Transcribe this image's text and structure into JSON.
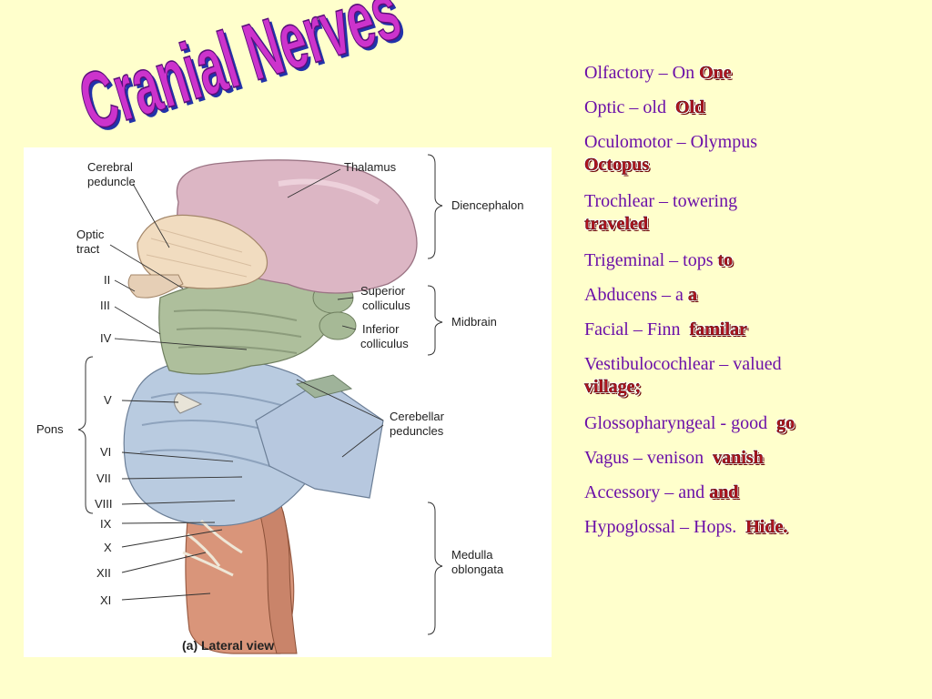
{
  "slide": {
    "title": "Cranial Nerves"
  },
  "figure": {
    "caption": "(a) Lateral view",
    "labels": {
      "cerebral_peduncle": "Cerebral peduncle",
      "thalamus": "Thalamus",
      "diencephalon": "Diencephalon",
      "optic_tract": "Optic tract",
      "ii": "II",
      "iii": "III",
      "iv": "IV",
      "superior_colliculus": "Superior colliculus",
      "midbrain": "Midbrain",
      "inferior_colliculus": "Inferior colliculus",
      "v": "V",
      "pons": "Pons",
      "cerebellar_peduncles": "Cerebellar peduncles",
      "vi": "VI",
      "vii": "VII",
      "viii": "VIII",
      "ix": "IX",
      "x": "X",
      "xii": "XII",
      "xi": "XI",
      "medulla_oblongata": "Medulla oblongata"
    }
  },
  "mnemonics": [
    {
      "nerve_text": "Olfactory – On",
      "word": "One"
    },
    {
      "nerve_text": "Optic – old",
      "word": "Old"
    },
    {
      "nerve_text": "Oculomotor – Olympus",
      "word": "Octopus"
    },
    {
      "nerve_text": "Trochlear – towering",
      "word": "traveled"
    },
    {
      "nerve_text": "Trigeminal – tops",
      "word": "to"
    },
    {
      "nerve_text": "Abducens – a",
      "word": "a"
    },
    {
      "nerve_text": "Facial – Finn",
      "word": "familar"
    },
    {
      "nerve_text": "Vestibulocochlear – valued",
      "word": "village;"
    },
    {
      "nerve_text": "Glossopharyngeal - good",
      "word": "go"
    },
    {
      "nerve_text": "Vagus – venison",
      "word": "vanish"
    },
    {
      "nerve_text": "Accessory – and",
      "word": "and"
    },
    {
      "nerve_text": "Hypoglossal – Hops.",
      "word": "Hide."
    }
  ],
  "colors": {
    "background": "#ffffcc",
    "title_fill": "#cc33cc",
    "title_shadow": "#2233aa",
    "nerve_text": "#6b0fa8",
    "mnemonic_word": "#b0141f"
  }
}
